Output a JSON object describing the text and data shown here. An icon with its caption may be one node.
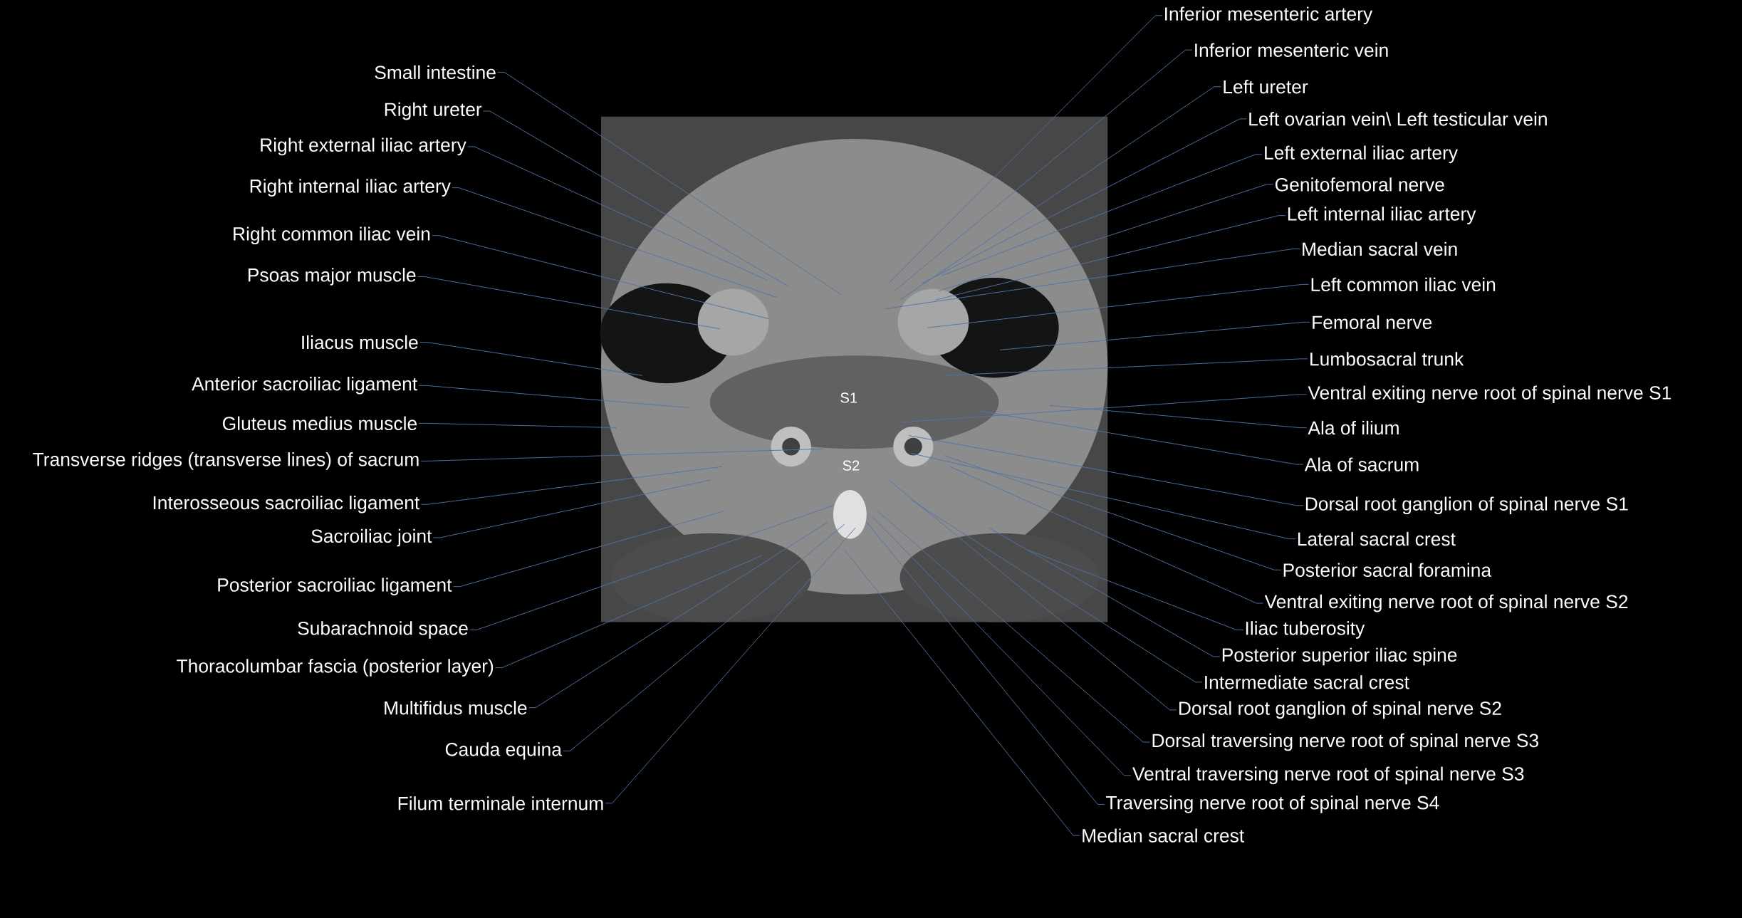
{
  "diagram": {
    "nodes": [
      {
        "text": [
          "Small intestine"
        ]
      },
      {
        "text": [
          "Right ureter"
        ]
      },
      {
        "text": [
          "Right external iliac artery"
        ]
      },
      {
        "text": [
          "Right internal iliac artery"
        ]
      },
      {
        "text": [
          "Right common iliac vein"
        ]
      },
      {
        "text": [
          "Psoas major muscle"
        ]
      },
      {
        "text": [
          "Iliacus muscle"
        ]
      },
      {
        "text": [
          "Anterior sacroiliac ligament"
        ]
      },
      {
        "text": [
          "Gluteus medius muscle"
        ]
      },
      {
        "text": [
          "Transverse ridges (transverse lines) of sacrum"
        ]
      },
      {
        "text": [
          "Interosseous sacroiliac ligament"
        ]
      },
      {
        "text": [
          "Sacroiliac joint"
        ]
      },
      {
        "text": [
          "Posterior sacroiliac ligament"
        ]
      },
      {
        "text": [
          "Subarachnoid space"
        ]
      },
      {
        "text": [
          "Thoracolumbar fascia (posterior layer)"
        ]
      },
      {
        "text": [
          "Multifidus muscle"
        ]
      },
      {
        "text": [
          "Cauda equina"
        ]
      },
      {
        "text": [
          "Filum terminale internum"
        ]
      },
      {
        "text": [
          "Inferior mesenteric artery"
        ]
      },
      {
        "text": [
          "Inferior mesenteric vein"
        ]
      },
      {
        "text": [
          "Left ureter"
        ]
      },
      {
        "text": [
          "Left ovarian vein\\ Left testicular vein"
        ]
      },
      {
        "text": [
          "Left external iliac artery"
        ]
      },
      {
        "text": [
          "Genitofemoral nerve"
        ]
      },
      {
        "text": [
          "Left internal iliac artery"
        ]
      },
      {
        "text": [
          "Median sacral vein"
        ]
      },
      {
        "text": [
          "Left common iliac vein"
        ]
      },
      {
        "text": [
          "Femoral nerve"
        ]
      },
      {
        "text": [
          "Lumbosacral trunk"
        ]
      },
      {
        "text": [
          "Ventral exiting nerve root of spinal nerve S1"
        ]
      },
      {
        "text": [
          "Ala of ilium"
        ]
      },
      {
        "text": [
          "Ala of sacrum"
        ]
      },
      {
        "text": [
          "Dorsal root ganglion of spinal nerve S1"
        ]
      },
      {
        "text": [
          "Lateral sacral crest"
        ]
      },
      {
        "text": [
          "Posterior sacral foramina"
        ]
      },
      {
        "text": [
          "Ventral exiting nerve root of spinal nerve S2"
        ]
      },
      {
        "text": [
          "Iliac tuberosity"
        ]
      },
      {
        "text": [
          "Posterior superior iliac spine"
        ]
      },
      {
        "text": [
          "Intermediate sacral crest"
        ]
      },
      {
        "text": [
          "Dorsal root ganglion of spinal nerve S2"
        ]
      },
      {
        "text": [
          "Dorsal traversing nerve root of spinal nerve S3"
        ]
      },
      {
        "text": [
          "Ventral traversing nerve root of spinal nerve S3"
        ]
      },
      {
        "text": [
          "Traversing nerve root of spinal nerve S4"
        ]
      },
      {
        "text": [
          "Median sacral crest"
        ]
      }
    ],
    "edges": [
      {
        "from": 0,
        "to": null,
        "arrow": "none"
      },
      {
        "from": 1,
        "to": null,
        "arrow": "none"
      },
      {
        "from": 2,
        "to": null,
        "arrow": "none"
      },
      {
        "from": 3,
        "to": null,
        "arrow": "none"
      },
      {
        "from": 4,
        "to": null,
        "arrow": "none"
      },
      {
        "from": 5,
        "to": null,
        "arrow": "none"
      },
      {
        "from": 6,
        "to": null,
        "arrow": "none"
      },
      {
        "from": 7,
        "to": null,
        "arrow": "none"
      },
      {
        "from": 8,
        "to": null,
        "arrow": "none"
      },
      {
        "from": 9,
        "to": null,
        "arrow": "none"
      },
      {
        "from": 10,
        "to": null,
        "arrow": "none"
      },
      {
        "from": 11,
        "to": null,
        "arrow": "none"
      },
      {
        "from": 12,
        "to": null,
        "arrow": "none"
      },
      {
        "from": 13,
        "to": null,
        "arrow": "none"
      },
      {
        "from": 14,
        "to": null,
        "arrow": "none"
      },
      {
        "from": 15,
        "to": null,
        "arrow": "none"
      },
      {
        "from": 16,
        "to": null,
        "arrow": "none"
      },
      {
        "from": 17,
        "to": null,
        "arrow": "none"
      },
      {
        "from": 18,
        "to": null,
        "arrow": "none"
      },
      {
        "from": 19,
        "to": null,
        "arrow": "none"
      },
      {
        "from": 20,
        "to": null,
        "arrow": "none"
      },
      {
        "from": 21,
        "to": null,
        "arrow": "none"
      },
      {
        "from": 22,
        "to": null,
        "arrow": "none"
      },
      {
        "from": 23,
        "to": null,
        "arrow": "none"
      },
      {
        "from": 24,
        "to": null,
        "arrow": "none"
      },
      {
        "from": 25,
        "to": null,
        "arrow": "none"
      },
      {
        "from": 26,
        "to": null,
        "arrow": "none"
      },
      {
        "from": 27,
        "to": null,
        "arrow": "none"
      },
      {
        "from": 28,
        "to": null,
        "arrow": "none"
      },
      {
        "from": 29,
        "to": null,
        "arrow": "none"
      },
      {
        "from": 30,
        "to": null,
        "arrow": "none"
      },
      {
        "from": 31,
        "to": null,
        "arrow": "none"
      },
      {
        "from": 32,
        "to": null,
        "arrow": "none"
      },
      {
        "from": 33,
        "to": null,
        "arrow": "none"
      },
      {
        "from": 34,
        "to": null,
        "arrow": "none"
      },
      {
        "from": 35,
        "to": null,
        "arrow": "none"
      },
      {
        "from": 36,
        "to": null,
        "arrow": "none"
      },
      {
        "from": 37,
        "to": null,
        "arrow": "none"
      },
      {
        "from": 38,
        "to": null,
        "arrow": "none"
      },
      {
        "from": 39,
        "to": null,
        "arrow": "none"
      },
      {
        "from": 40,
        "to": null,
        "arrow": "none"
      },
      {
        "from": 41,
        "to": null,
        "arrow": "none"
      },
      {
        "from": 42,
        "to": null,
        "arrow": "none"
      },
      {
        "from": 43,
        "to": null,
        "arrow": "none"
      }
    ],
    "labels": [
      "S1",
      "S2"
    ]
  }
}
